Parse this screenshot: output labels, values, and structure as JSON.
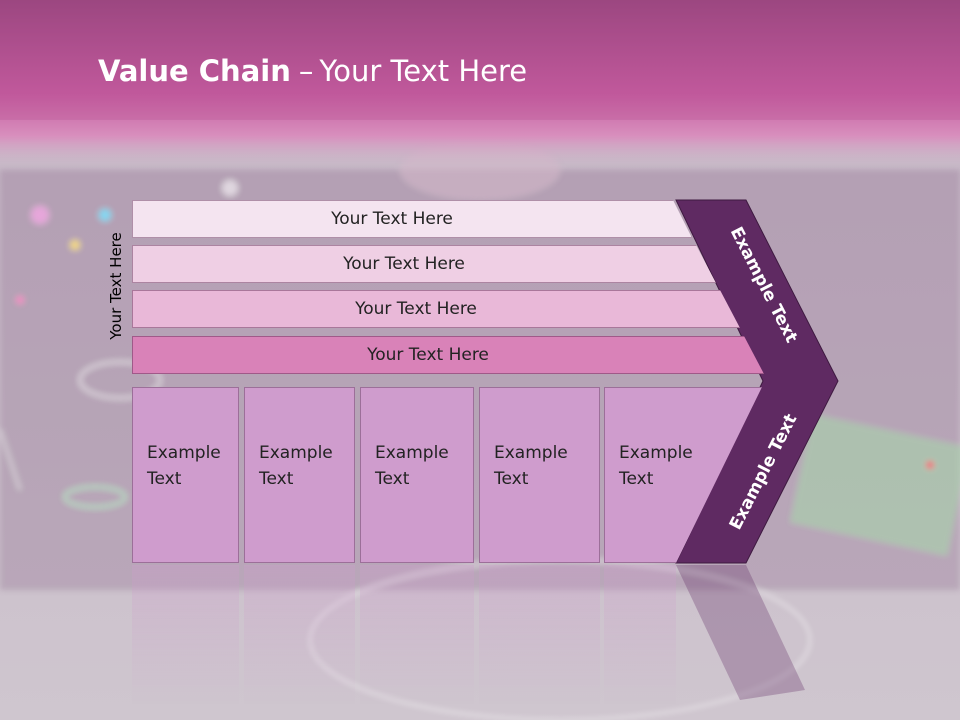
{
  "title": {
    "bold": "Value Chain",
    "separator": "–",
    "rest": "Your Text Here"
  },
  "side_label": "Your Text Here",
  "rows": [
    {
      "label": "Your Text Here"
    },
    {
      "label": "Your Text Here"
    },
    {
      "label": "Your Text Here"
    },
    {
      "label": "Your Text Here"
    }
  ],
  "cells": [
    {
      "line1": "Example",
      "line2": "Text"
    },
    {
      "line1": "Example",
      "line2": "Text"
    },
    {
      "line1": "Example",
      "line2": "Text"
    },
    {
      "line1": "Example",
      "line2": "Text"
    },
    {
      "line1": "Example",
      "line2": "Text"
    }
  ],
  "arrow": {
    "upper_label": "Example Text",
    "lower_label": "Example Text"
  },
  "colors": {
    "header": "#c25a9e",
    "row1": "#f4e4f0",
    "row2": "#efcfe4",
    "row3": "#e9b8d8",
    "row4": "#d982b8",
    "cell": "#cf9ccd",
    "arrow": "#5f2a62"
  }
}
